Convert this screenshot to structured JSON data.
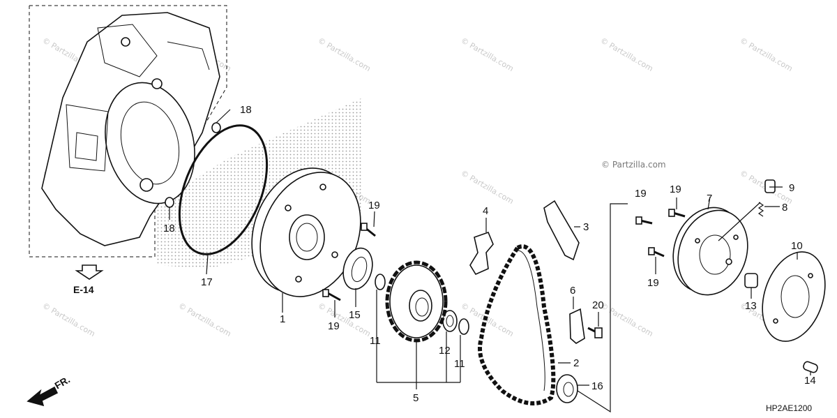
{
  "diagram": {
    "drawing_code": "HP2AE1200",
    "reference_label": "E-14",
    "front_label": "FR.",
    "watermark": "© Partzilla.com",
    "callouts": [
      "1",
      "2",
      "3",
      "4",
      "5",
      "6",
      "7",
      "8",
      "9",
      "10",
      "11",
      "11",
      "12",
      "13",
      "14",
      "15",
      "16",
      "17",
      "18",
      "18",
      "19",
      "19",
      "19",
      "19",
      "19",
      "20"
    ]
  }
}
